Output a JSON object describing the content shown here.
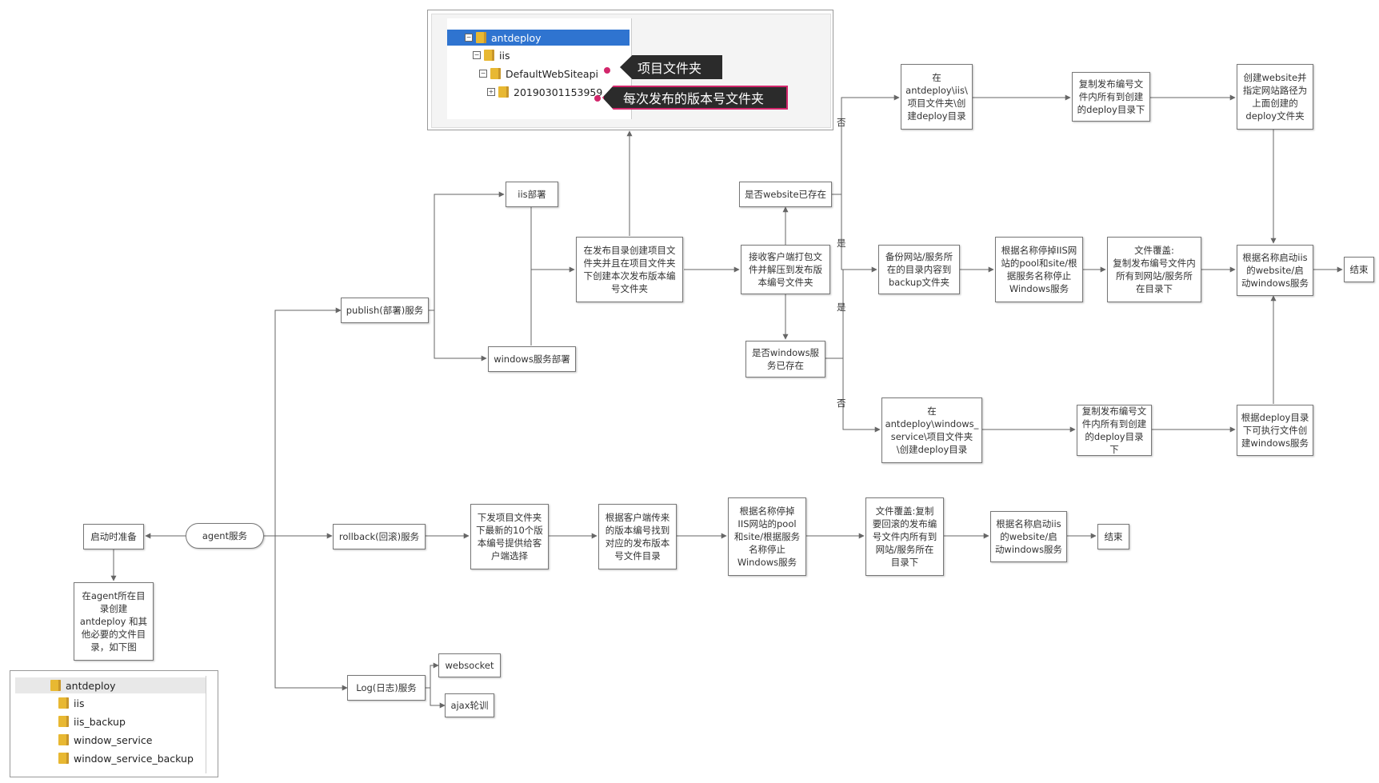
{
  "nodes": {
    "prep": "启动时准备",
    "agent": "agent服务",
    "create_dirs": "在agent所在目\n录创建\nantdeploy 和其\n他必要的文件目\n录，如下图",
    "publish": "publish(部署)服务",
    "rollback": "rollback(回滚)服务",
    "log": "Log(日志)服务",
    "iis": "iis部署",
    "winsvc": "windows服务部署",
    "create_ver": "在发布目录创建项目文\n件夹并且在项目文件夹\n下创建本次发布版本编\n号文件夹",
    "receive": "接收客户端打包文\n件并解压到发布版\n本编号文件夹",
    "site_exists": "是否website已存在",
    "svc_exists": "是否windows服\n务已存在",
    "backup": "备份网站/服务所\n在的目录内容到\nbackup文件夹",
    "stop_by_name": "根据名称停掉IIS网\n站的pool和site/根\n据服务名称停止\nWindows服务",
    "overwrite": "文件覆盖:\n复制发布编号文件内\n所有到网站/服务所\n在目录下",
    "start_by_name": "根据名称启动iis\n的website/启\n动windows服务",
    "end1": "结束",
    "create_iis_deploy": "在\nantdeploy\\iis\\\n项目文件夹\\创\n建deploy目录",
    "copy_iis": "复制发布编号文\n件内所有到创建\n的deploy目录下",
    "create_website": "创建website并\n指定网站路径为\n上面创建的\ndeploy文件夹",
    "create_svc_deploy": "在\nantdeploy\\windows_\nservice\\项目文件夹\n\\创建deploy目录",
    "copy_svc": "复制发布编号文\n件内所有到创建\n的deploy目录下",
    "create_svc": "根据deploy目录\n下可执行文件创\n建windows服务",
    "rb_list": "下发项目文件夹\n下最新的10个版\n本编号提供给客\n户端选择",
    "rb_find": "根据客户端传来\n的版本编号找到\n对应的发布版本\n号文件目录",
    "rb_stop": "根据名称停掉\nIIS网站的pool\n和site/根据服务\n名称停止\nWindows服务",
    "rb_overwrite": "文件覆盖:复制\n要回滚的发布编\n号文件内所有到\n网站/服务所在\n目录下",
    "rb_start": "根据名称启动iis\n的website/启\n动windows服务",
    "end2": "结束",
    "websocket": "websocket",
    "ajax": "ajax轮训"
  },
  "edge_labels": {
    "no_top": "否",
    "yes_top": "是",
    "yes_bottom": "是",
    "no_bottom": "否"
  },
  "screenshot_top": {
    "rows": [
      "antdeploy",
      "iis",
      "DefaultWebSiteapi",
      "20190301153959"
    ],
    "callout_project": "项目文件夹",
    "callout_version": "每次发布的版本号文件夹"
  },
  "screenshot_bottom": {
    "rows": [
      "antdeploy",
      "iis",
      "iis_backup",
      "window_service",
      "window_service_backup"
    ]
  },
  "colors": {
    "line": "#666666",
    "folder": "#e8b832",
    "selection": "#2f74d0",
    "callout_border": "#d2266b"
  }
}
